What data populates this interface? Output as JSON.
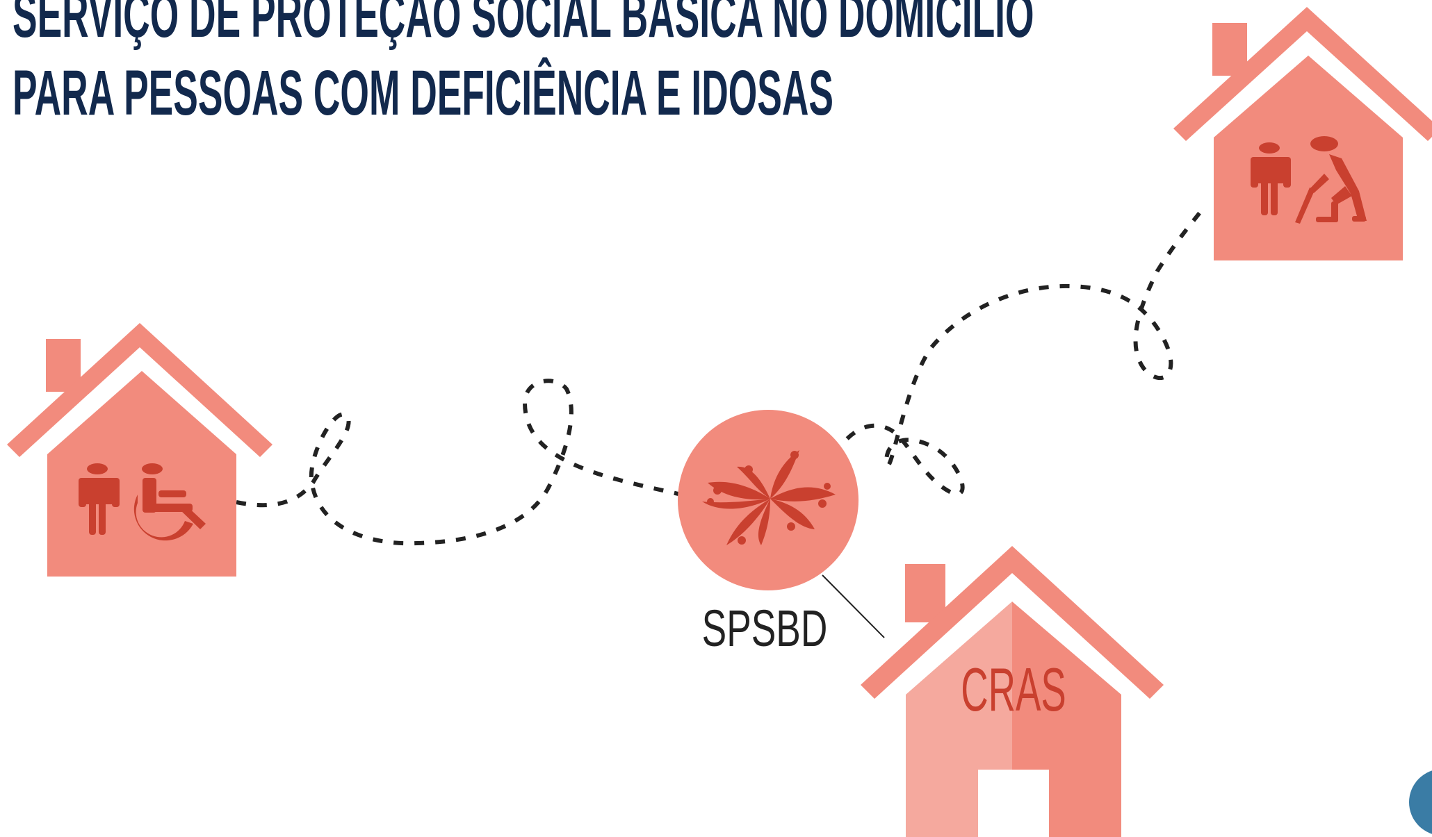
{
  "title": {
    "line1": "SERVIÇO DE PROTEÇÃO SOCIAL BÁSICA NO DOMICÍLIO",
    "line2": "PARA PESSOAS COM DEFICIÊNCIA E IDOSAS"
  },
  "hub": {
    "label": "SPSBD",
    "icon": "butterfly-people-icon"
  },
  "cras": {
    "label": "CRAS"
  },
  "homes": [
    {
      "icon": "person-and-wheelchair-user-icon"
    },
    {
      "icon": "person-and-elderly-with-cane-icon"
    }
  ],
  "colors": {
    "title": "#12294d",
    "house": "#f28b7d",
    "house_light": "#f5a99e",
    "icon": "#c9402f",
    "path": "#222222",
    "cras_text": "#c9402f",
    "hub_circle": "#f28b7d",
    "corner_dot": "#3a7ca5"
  }
}
